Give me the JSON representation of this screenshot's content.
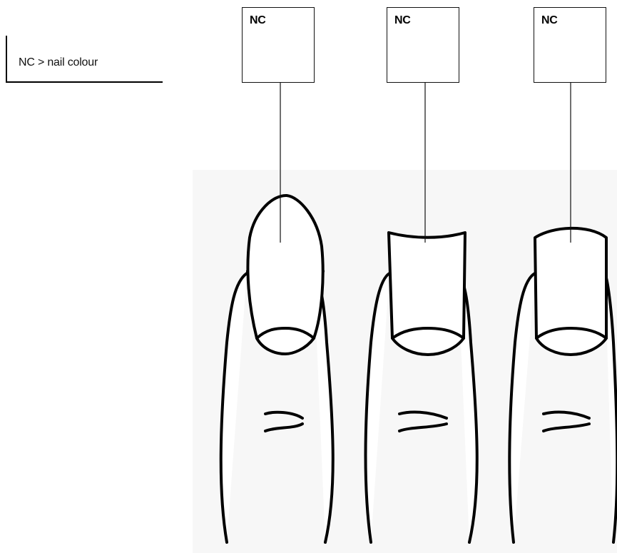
{
  "legend": {
    "text": "NC > nail colour"
  },
  "callouts": [
    {
      "label": "NC"
    },
    {
      "label": "NC"
    },
    {
      "label": "NC"
    }
  ],
  "colors": {
    "background": "#ffffff",
    "shade": "#f7f7f7",
    "line": "#000000"
  },
  "fingers": [
    {
      "nail_shape": "almond",
      "icon": "finger-almond-nail-icon"
    },
    {
      "nail_shape": "square",
      "icon": "finger-square-nail-icon"
    },
    {
      "nail_shape": "squoval",
      "icon": "finger-squoval-nail-icon"
    }
  ]
}
